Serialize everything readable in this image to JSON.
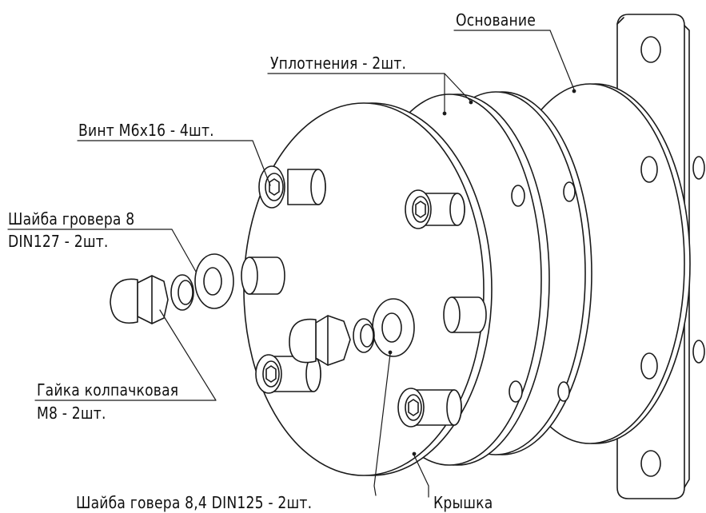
{
  "labels": {
    "base": "Основание",
    "seals": "Уплотнения - 2шт.",
    "screw": "Винт М6х16 - 4шт.",
    "grover_line1": "Шайба гровера 8",
    "grover_line2": "DIN127 - 2шт.",
    "cap_nut_line1": "Гайка колпачковая",
    "cap_nut_line2": "М8 - 2шт.",
    "washer": "Шайба говера 8,4 DIN125 - 2шт.",
    "cover": "Крышка"
  },
  "colors": {
    "line": "#1a1a1a",
    "fill": "#ffffff"
  }
}
